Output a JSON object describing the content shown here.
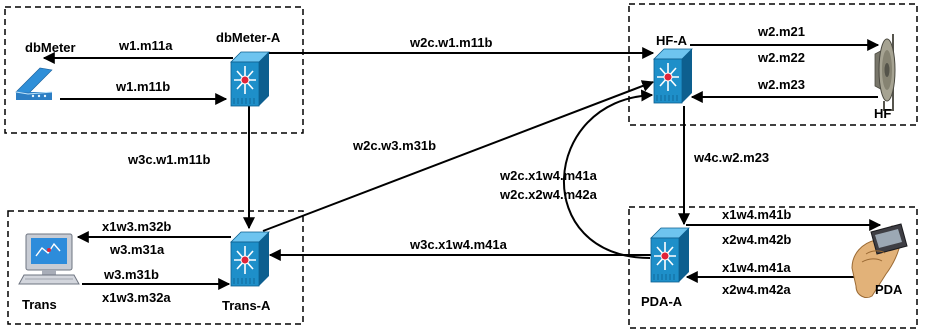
{
  "nodes": {
    "dbmeter": "dbMeter",
    "dbmeter_a": "dbMeter-A",
    "hf_a": "HF-A",
    "hf": "HF",
    "trans": "Trans",
    "trans_a": "Trans-A",
    "pda_a": "PDA-A",
    "pda": "PDA"
  },
  "edges": {
    "w1_m11a": "w1.m11a",
    "w1_m11b": "w1.m11b",
    "w2c_w1_m11b": "w2c.w1.m11b",
    "w2_m21": "w2.m21",
    "w2_m22": "w2.m22",
    "w2_m23": "w2.m23",
    "w3c_w1_m11b": "w3c.w1.m11b",
    "w2c_w3_m31b": "w2c.w3.m31b",
    "w2c_x1w4_m41a": "w2c.x1w4.m41a",
    "w2c_x2w4_m42a": "w2c.x2w4.m42a",
    "w4c_w2_m23": "w4c.w2.m23",
    "x1w3_m32b": "x1w3.m32b",
    "w3_m31a": "w3.m31a",
    "w3_m31b": "w3.m31b",
    "x1w3_m32a": "x1w3.m32a",
    "w3c_x1w4_m41a": "w3c.x1w4.m41a",
    "x1w4_m41b": "x1w4.m41b",
    "x2w4_m42b": "x2w4.m42b",
    "x1w4_m41a": "x1w4.m41a",
    "x2w4_m42a": "x2w4.m42a"
  },
  "colors": {
    "router_fill": "#1e8fc9",
    "router_dark": "#0d5f8f",
    "router_light": "#6ec4ef",
    "router_center": "#e0243a"
  }
}
